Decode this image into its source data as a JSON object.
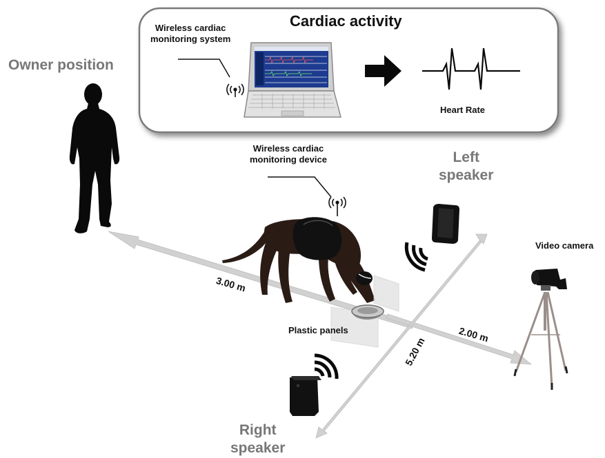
{
  "panel": {
    "title": "Cardiac activity",
    "system_label": [
      "Wireless cardiac",
      "monitoring system"
    ],
    "heart_rate_label": "Heart Rate"
  },
  "labels": {
    "owner_position": "Owner position",
    "device_label": [
      "Wireless cardiac",
      "monitoring device"
    ],
    "left_speaker": [
      "Left",
      "speaker"
    ],
    "right_speaker": [
      "Right",
      "speaker"
    ],
    "video_camera": "Video camera",
    "plastic_panels": "Plastic panels"
  },
  "distances": {
    "owner": "3.00 m",
    "speakers": "5.20 m",
    "camera": "2.00 m"
  },
  "colors": {
    "panel_border": "#7a7a7a",
    "arrow": "#cfcfcf",
    "silhouette": "#0a0a0a",
    "dog": "#2a1c15",
    "grey_text": "#777777",
    "screen": "#1d3b8f"
  }
}
